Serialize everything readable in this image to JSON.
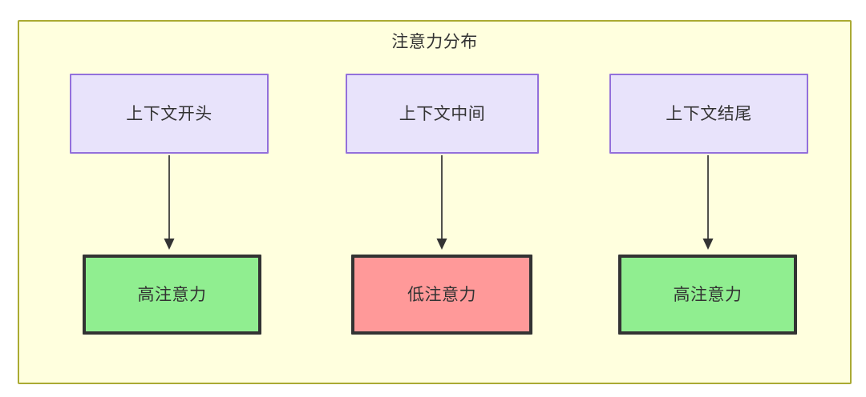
{
  "diagram": {
    "title": "注意力分布",
    "container": {
      "fill": "#ffffde",
      "stroke": "#aaaa33"
    },
    "nodes": [
      {
        "id": "ctx-start",
        "label": "上下文开头",
        "group": "context",
        "fill": "#e8e3fb",
        "stroke": "#9370db"
      },
      {
        "id": "ctx-middle",
        "label": "上下文中间",
        "group": "context",
        "fill": "#e8e3fb",
        "stroke": "#9370db"
      },
      {
        "id": "ctx-end",
        "label": "上下文结尾",
        "group": "context",
        "fill": "#e8e3fb",
        "stroke": "#9370db"
      },
      {
        "id": "attn-1",
        "label": "高注意力",
        "group": "attention-high",
        "fill": "#90ee90",
        "stroke": "#333333"
      },
      {
        "id": "attn-2",
        "label": "低注意力",
        "group": "attention-low",
        "fill": "#ff9999",
        "stroke": "#333333"
      },
      {
        "id": "attn-3",
        "label": "高注意力",
        "group": "attention-high",
        "fill": "#90ee90",
        "stroke": "#333333"
      }
    ],
    "edges": [
      {
        "from": "ctx-start",
        "to": "attn-1",
        "label": ""
      },
      {
        "from": "ctx-middle",
        "to": "attn-2",
        "label": ""
      },
      {
        "from": "ctx-end",
        "to": "attn-3",
        "label": ""
      }
    ]
  }
}
